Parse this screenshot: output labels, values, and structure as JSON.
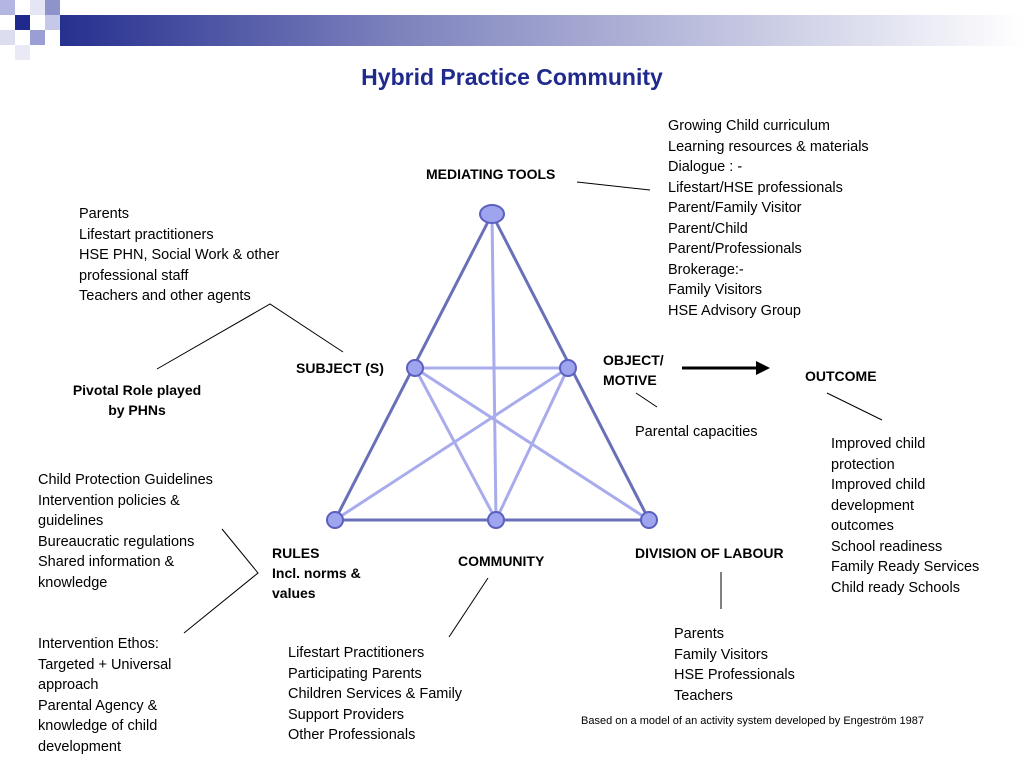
{
  "title": "Hybrid Practice Community",
  "nodes": {
    "mediating_tools": "MEDIATING TOOLS",
    "subject": "SUBJECT (S)",
    "object_line1": "OBJECT/",
    "object_line2": "MOTIVE",
    "outcome": "OUTCOME",
    "rules_line1": "RULES",
    "rules_line2": "Incl. norms &",
    "rules_line3": "values",
    "community": "COMMUNITY",
    "division_of_labour": "DIVISION OF LABOUR"
  },
  "pivotal_role": [
    "Pivotal Role played",
    "by PHNs"
  ],
  "tools_list": [
    "Growing Child  curriculum",
    "Learning resources & materials",
    "Dialogue : -",
    "Lifestart/HSE professionals",
    "Parent/Family Visitor",
    "Parent/Child",
    "Parent/Professionals",
    "Brokerage:-",
    "Family Visitors",
    "HSE Advisory Group"
  ],
  "subject_list": [
    "Parents",
    "Lifestart practitioners",
    "HSE PHN, Social Work & other",
    "professional staff",
    "Teachers and other agents"
  ],
  "object_text": "Parental  capacities",
  "outcome_list": [
    "Improved child",
    "protection",
    "Improved child",
    "development",
    "outcomes",
    "School readiness",
    "Family Ready Services",
    "Child ready Schools"
  ],
  "rules_list_a": [
    "Child Protection Guidelines",
    "Intervention policies &",
    "guidelines",
    "Bureaucratic regulations",
    "Shared information  &",
    "knowledge"
  ],
  "rules_list_b": [
    "Intervention Ethos:",
    "Targeted + Universal",
    "approach",
    "Parental Agency  &",
    "knowledge of child",
    "development"
  ],
  "community_list": [
    "Lifestart Practitioners",
    "Participating Parents",
    "Children Services & Family",
    "Support Providers",
    "Other Professionals"
  ],
  "division_list": [
    "Parents",
    "Family Visitors",
    "HSE Professionals",
    "Teachers"
  ],
  "footer_note": "Based on a model of an activity system developed by Engeström 1987",
  "colors": {
    "title": "#1f2a8c",
    "triangle_outline": "#6a70b8",
    "inner_lines": "#a8acec",
    "node_fill": "#9fa4ef",
    "node_stroke": "#5a5fc0"
  },
  "icons": [
    "decorative-squares-icon",
    "right-arrow-icon"
  ]
}
